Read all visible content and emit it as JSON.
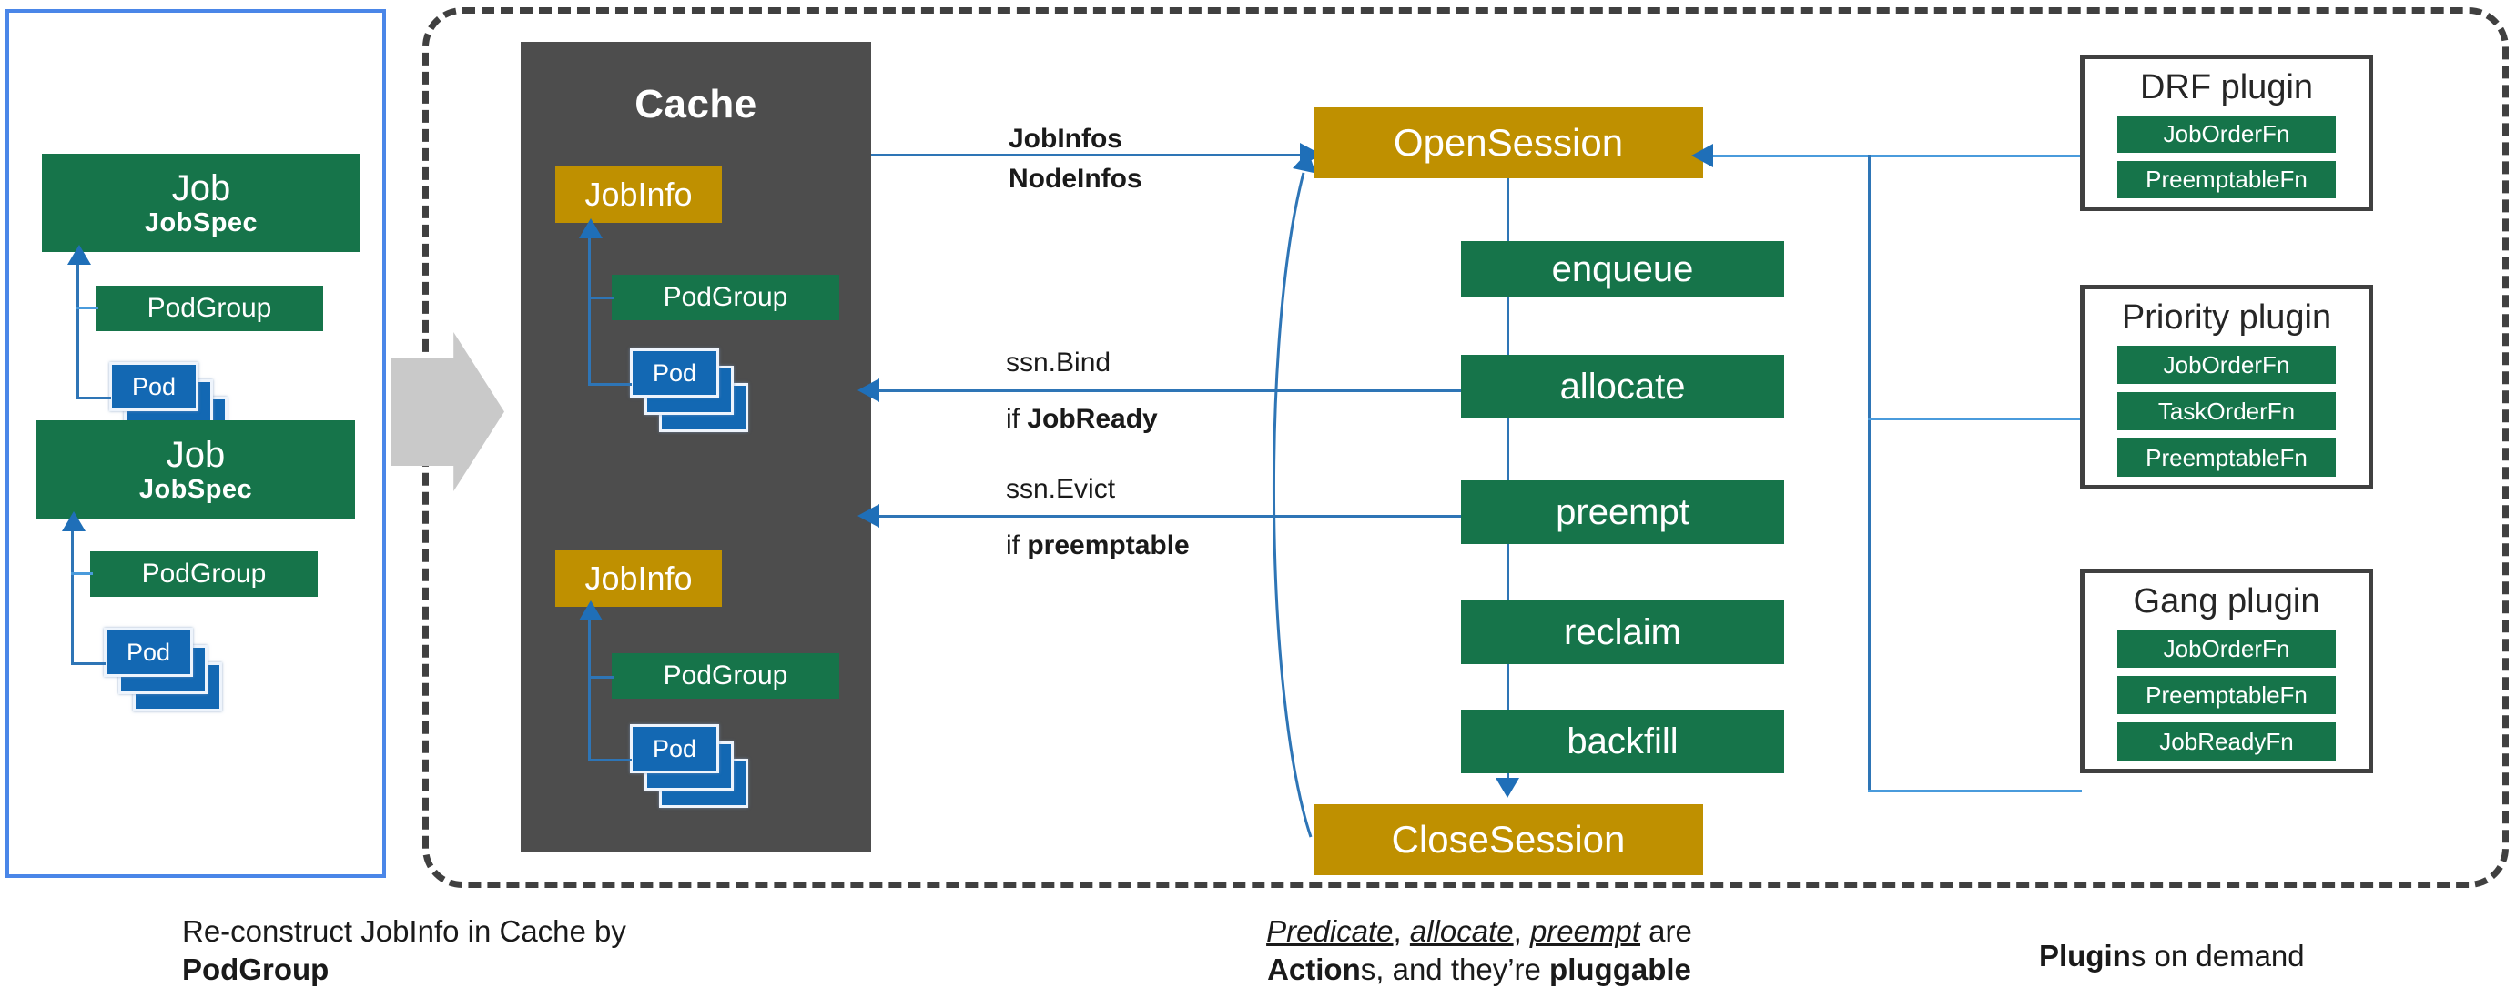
{
  "left_panel": {
    "jobs": [
      {
        "title": "Job",
        "spec": "JobSpec",
        "podgroup": "PodGroup",
        "pod": "Pod"
      },
      {
        "title": "Job",
        "spec": "JobSpec",
        "podgroup": "PodGroup",
        "pod": "Pod"
      }
    ]
  },
  "cache": {
    "title": "Cache",
    "jobinfos": [
      {
        "title": "JobInfo",
        "podgroup": "PodGroup",
        "pod": "Pod"
      },
      {
        "title": "JobInfo",
        "podgroup": "PodGroup",
        "pod": "Pod"
      }
    ]
  },
  "flow_labels": {
    "jobinfos": "JobInfos",
    "nodeinfos": "NodeInfos",
    "ssn_bind": "ssn.Bind",
    "if_jobready_prefix": "if ",
    "if_jobready": "JobReady",
    "ssn_evict": "ssn.Evict",
    "if_preemptable_prefix": "if ",
    "if_preemptable": "preemptable"
  },
  "session": {
    "open": "OpenSession",
    "close": "CloseSession",
    "actions": [
      "enqueue",
      "allocate",
      "preempt",
      "reclaim",
      "backfill"
    ]
  },
  "plugins": [
    {
      "name": "DRF plugin",
      "fns": [
        "JobOrderFn",
        "PreemptableFn"
      ]
    },
    {
      "name": "Priority plugin",
      "fns": [
        "JobOrderFn",
        "TaskOrderFn",
        "PreemptableFn"
      ]
    },
    {
      "name": "Gang plugin",
      "fns": [
        "JobOrderFn",
        "PreemptableFn",
        "JobReadyFn"
      ]
    }
  ],
  "captions": {
    "left_line1": "Re-construct JobInfo in Cache by",
    "left_line2": "PodGroup",
    "mid_a": "Predicate",
    "mid_b": "allocate",
    "mid_c": "preempt",
    "mid_are": " are",
    "mid_actions": "Action",
    "mid_s_and": "s, and they’re ",
    "mid_pluggable": "pluggable",
    "right_bold": "Plugin",
    "right_rest": "s on demand"
  },
  "colors": {
    "green": "#16744a",
    "gold": "#bf9000",
    "blue": "#1368b3",
    "cache_grey": "#4d4d4d",
    "line_blue": "#2e75b6",
    "panel_blue": "#4a86e8",
    "dashed_grey": "#404040"
  }
}
